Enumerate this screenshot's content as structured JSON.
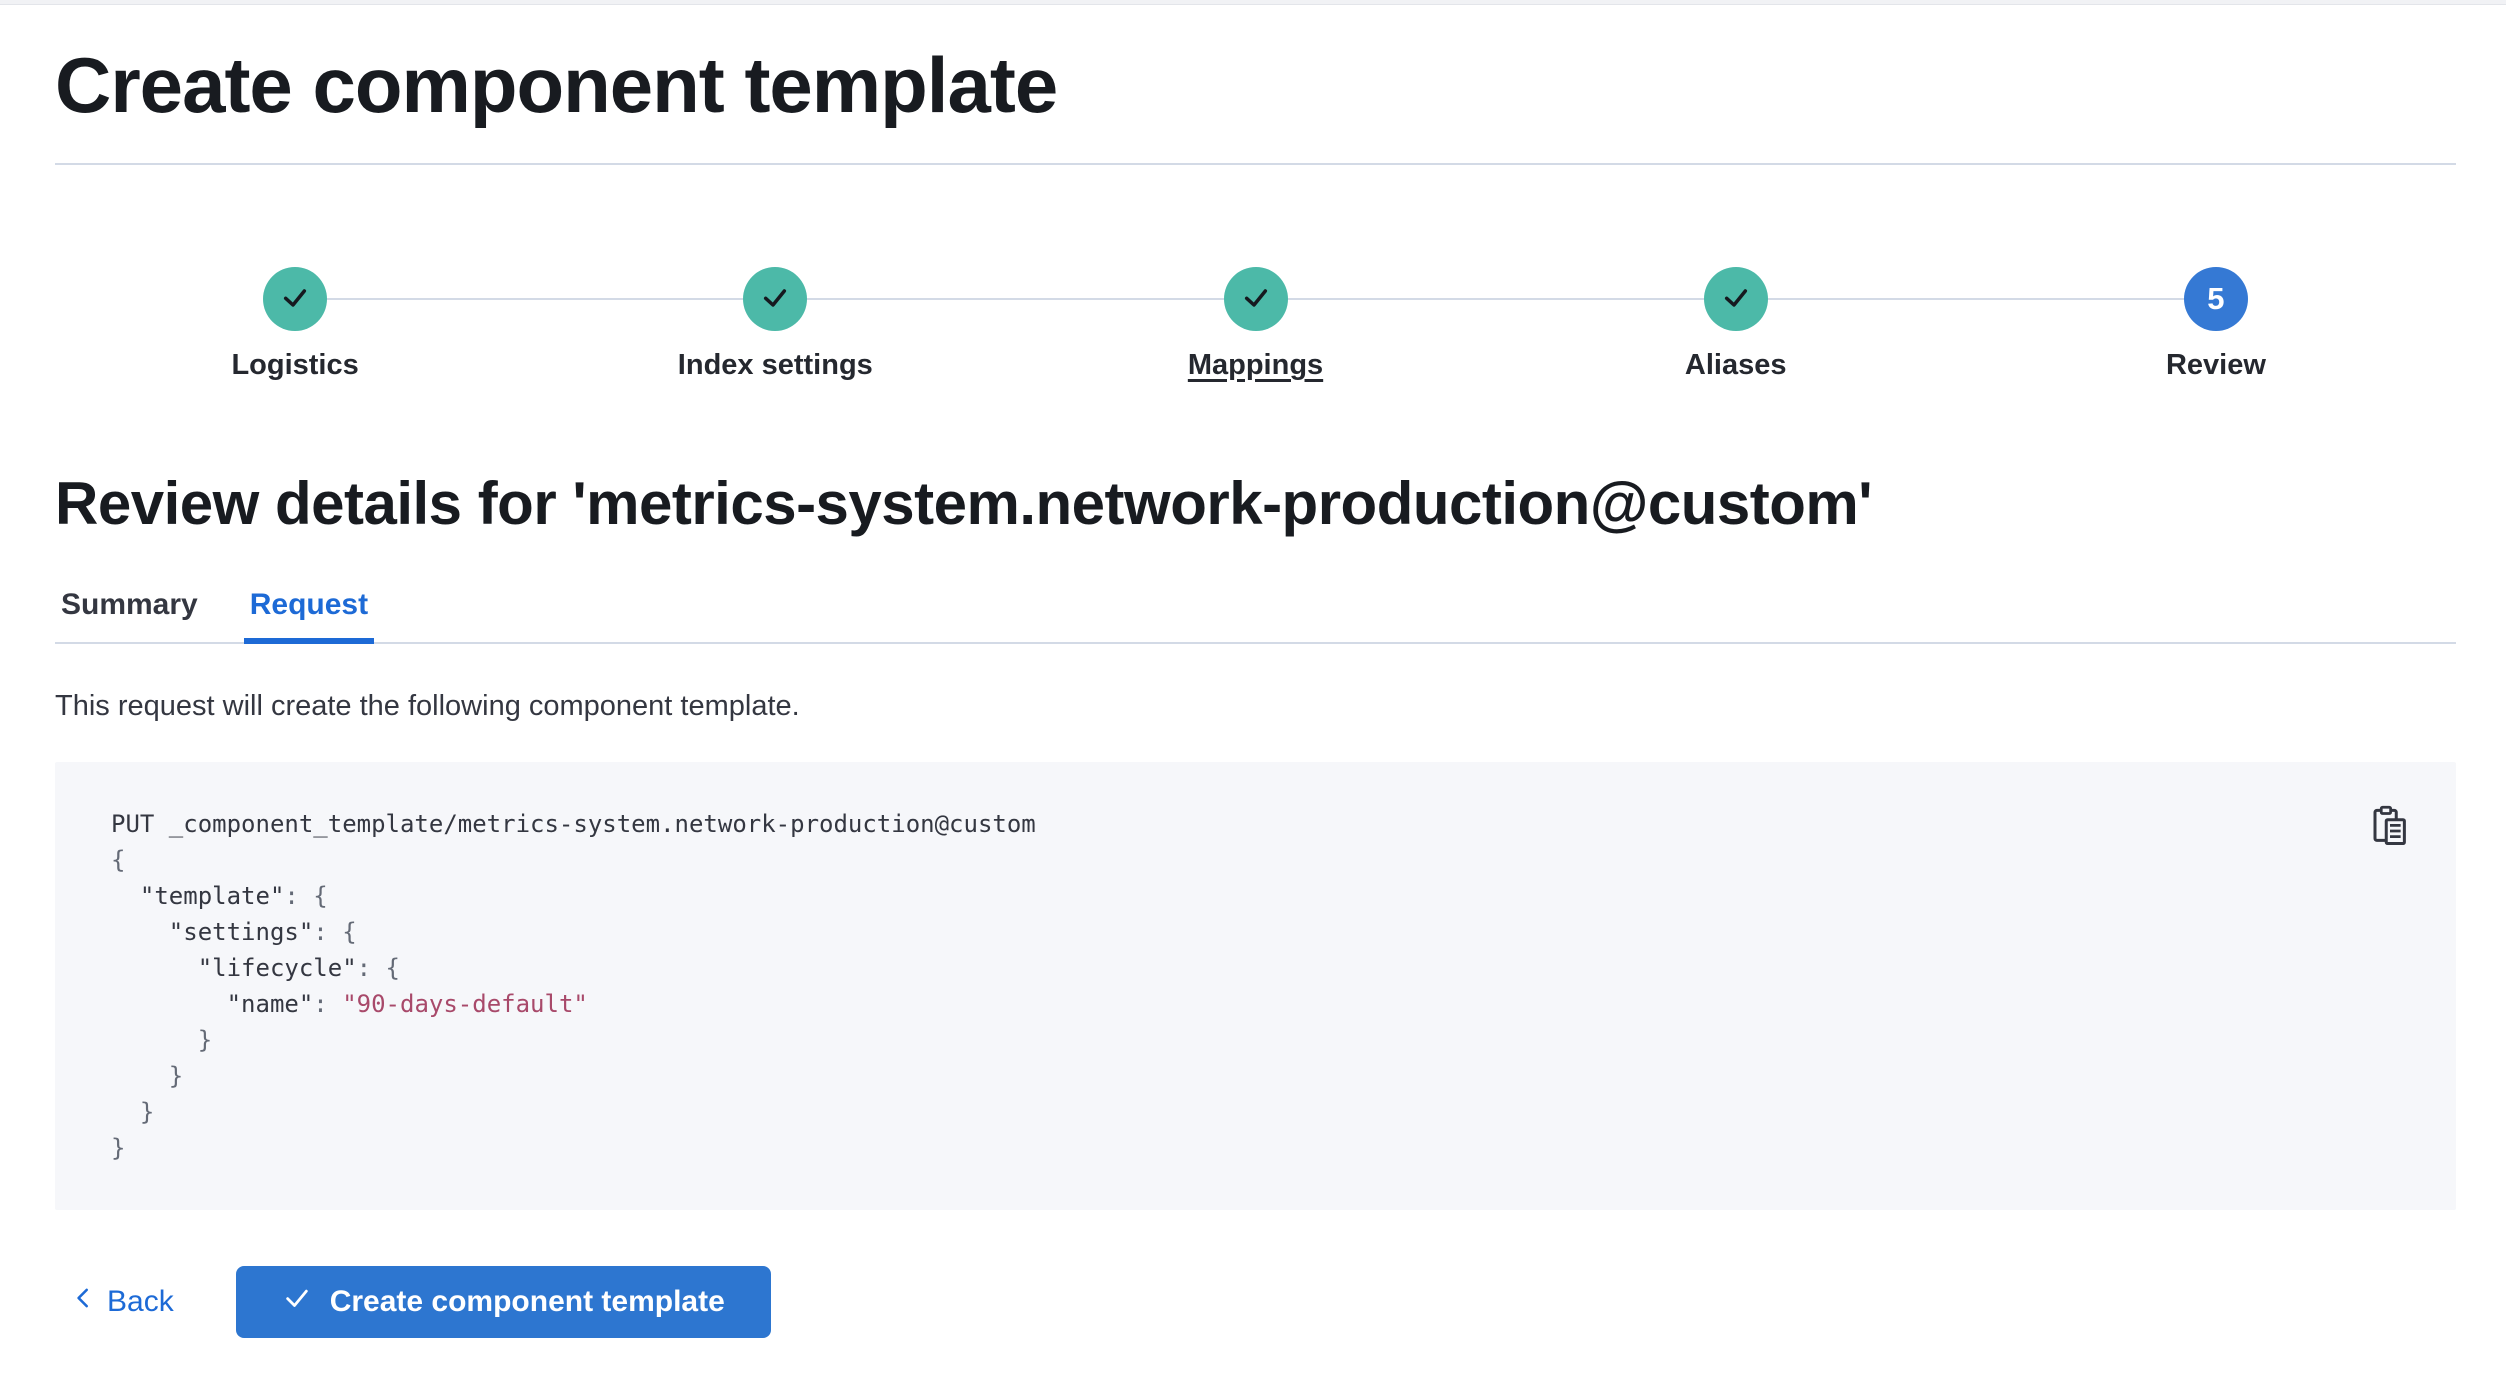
{
  "page": {
    "title": "Create component template"
  },
  "stepper": {
    "steps": [
      {
        "label": "Logistics",
        "status": "complete"
      },
      {
        "label": "Index settings",
        "status": "complete"
      },
      {
        "label": "Mappings",
        "status": "complete",
        "underlined": true
      },
      {
        "label": "Aliases",
        "status": "complete"
      },
      {
        "label": "Review",
        "status": "current",
        "number": "5"
      }
    ]
  },
  "review": {
    "heading": "Review details for 'metrics-system.network-production@custom'",
    "tabs": [
      {
        "label": "Summary",
        "active": false
      },
      {
        "label": "Request",
        "active": true
      }
    ],
    "description": "This request will create the following component template."
  },
  "code": {
    "copy_icon": "copy-clipboard-icon",
    "lines": [
      [
        [
          "d",
          "PUT _component_template/metrics-system.network-production@custom"
        ]
      ],
      [
        [
          "p",
          "{"
        ]
      ],
      [
        [
          "d",
          "  \"template\""
        ],
        [
          "p",
          ": {"
        ]
      ],
      [
        [
          "d",
          "    \"settings\""
        ],
        [
          "p",
          ": {"
        ]
      ],
      [
        [
          "d",
          "      \"lifecycle\""
        ],
        [
          "p",
          ": {"
        ]
      ],
      [
        [
          "d",
          "        \"name\""
        ],
        [
          "p",
          ": "
        ],
        [
          "s",
          "\"90-days-default\""
        ]
      ],
      [
        [
          "p",
          "      }"
        ]
      ],
      [
        [
          "p",
          "    }"
        ]
      ],
      [
        [
          "p",
          "  }"
        ]
      ],
      [
        [
          "p",
          "}"
        ]
      ]
    ]
  },
  "footer": {
    "back_label": "Back",
    "create_label": "Create component template"
  },
  "colors": {
    "primary_button": "#2d76d0",
    "link_blue": "#1d6ad6",
    "current_step_blue": "#3579d4",
    "complete_step_teal": "#4cb9a8",
    "code_background": "#f6f7fa",
    "code_string": "#a8496a",
    "divider_gray": "#d3dae6"
  }
}
